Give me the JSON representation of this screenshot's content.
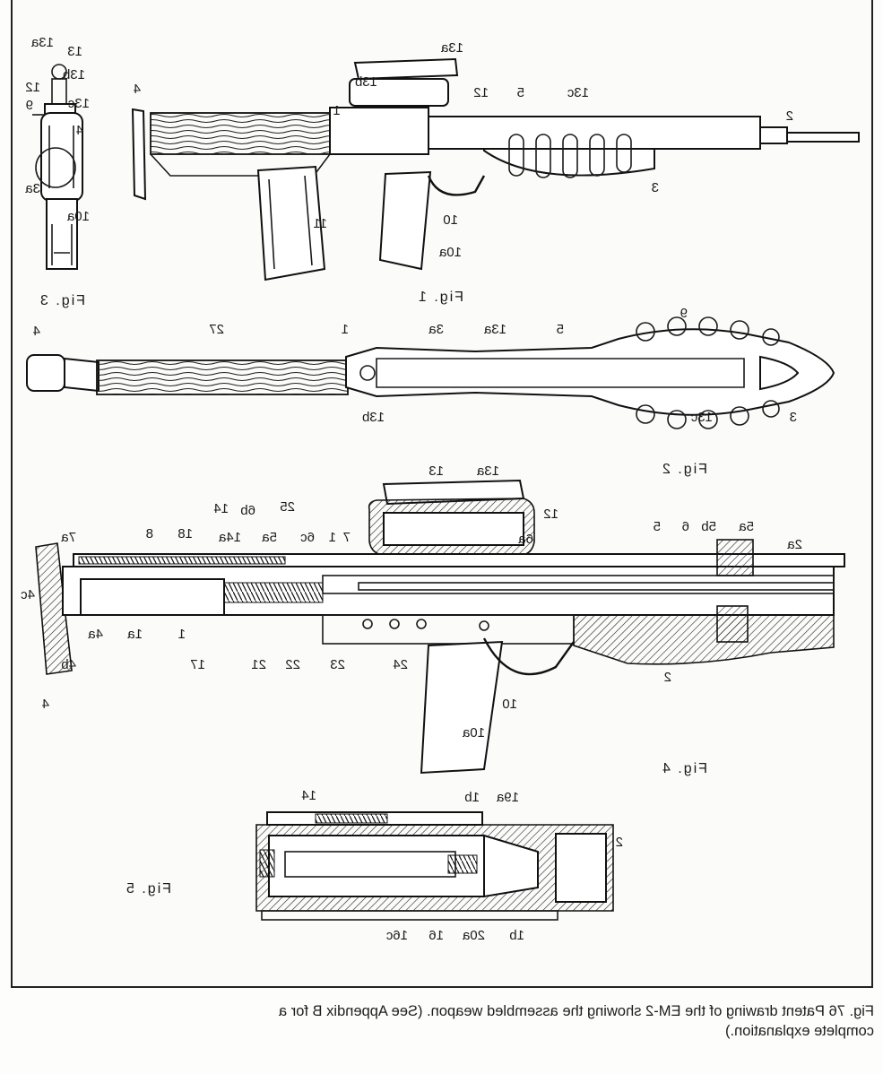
{
  "figure": {
    "fig_labels": {
      "fig1": "Fig. 1",
      "fig2": "Fig. 2",
      "fig3": "Fig. 3",
      "fig4": "Fig. 4",
      "fig5": "Fig. 5"
    },
    "part_labels": {
      "fig3": [
        "13a",
        "13",
        "13b",
        "12",
        "13c",
        "9",
        "4",
        "3a",
        "10a"
      ],
      "fig1": [
        "13a",
        "12",
        "13b",
        "5",
        "13c",
        "4",
        "2",
        "3",
        "1",
        "11",
        "10",
        "10a"
      ],
      "fig2": [
        "4",
        "27",
        "1",
        "3a",
        "13a",
        "5",
        "9",
        "13b",
        "13c",
        "3"
      ],
      "fig4": [
        "13",
        "13a",
        "12",
        "7a",
        "8",
        "18",
        "14",
        "6b",
        "25",
        "14a",
        "5a",
        "6c",
        "1",
        "7",
        "6a",
        "5",
        "5b",
        "6",
        "5a",
        "2a",
        "4c",
        "1a",
        "1",
        "4a",
        "4b",
        "17",
        "21",
        "22",
        "23",
        "24",
        "10",
        "2",
        "10a",
        "4"
      ],
      "fig5": [
        "14",
        "1b",
        "19a",
        "2",
        "16c",
        "16",
        "20a",
        "1b"
      ]
    }
  },
  "caption": {
    "line1": "Fig. 76   Patent drawing of the EM-2 showing the assembled weapon. (See Appendix B for a",
    "line2": "complete explanation.)"
  }
}
